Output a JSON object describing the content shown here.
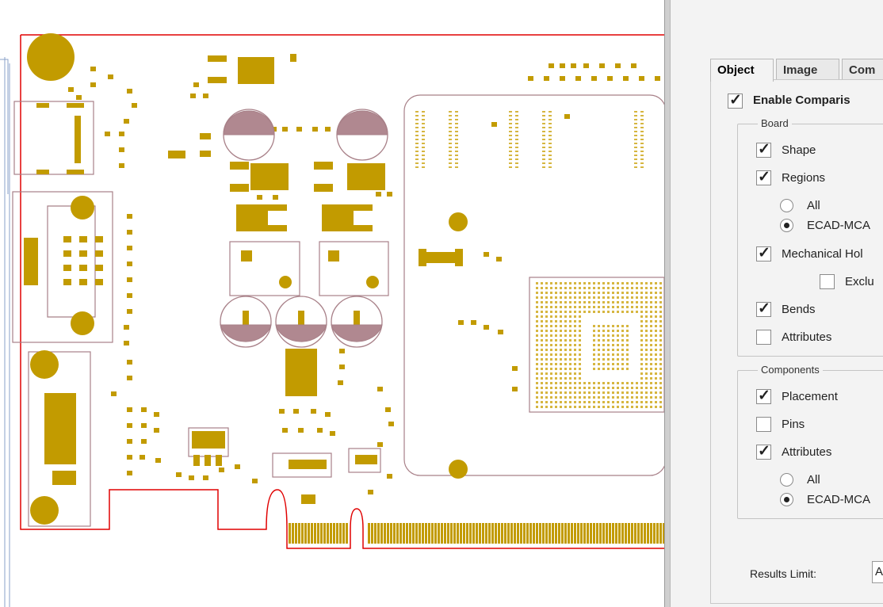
{
  "tabs": [
    {
      "label": "Object",
      "active": true
    },
    {
      "label": "Image",
      "active": false
    },
    {
      "label": "Com",
      "active": false
    }
  ],
  "enable_comparison": {
    "label": "Enable Comparis",
    "checked": true
  },
  "board": {
    "legend": "Board",
    "shape": {
      "label": "Shape",
      "checked": true
    },
    "regions": {
      "label": "Regions",
      "checked": true
    },
    "regions_all": {
      "label": "All",
      "selected": false
    },
    "regions_ecad": {
      "label": "ECAD-MCA",
      "selected": true
    },
    "mechanical_holes": {
      "label": "Mechanical Hol",
      "checked": true
    },
    "exclude": {
      "label": "Exclu",
      "checked": false
    },
    "bends": {
      "label": "Bends",
      "checked": true
    },
    "attributes": {
      "label": "Attributes",
      "checked": false
    }
  },
  "components": {
    "legend": "Components",
    "placement": {
      "label": "Placement",
      "checked": true
    },
    "pins": {
      "label": "Pins",
      "checked": false
    },
    "attributes": {
      "label": "Attributes",
      "checked": true
    },
    "attr_all": {
      "label": "All",
      "selected": false
    },
    "attr_ecad": {
      "label": "ECAD-MCA",
      "selected": true
    }
  },
  "results_limit": {
    "label": "Results Limit:",
    "value": "A"
  },
  "colors": {
    "pad": "#c29b00",
    "outline": "#a88088",
    "board_edge": "#e00000",
    "canvas": "#ffffff"
  }
}
